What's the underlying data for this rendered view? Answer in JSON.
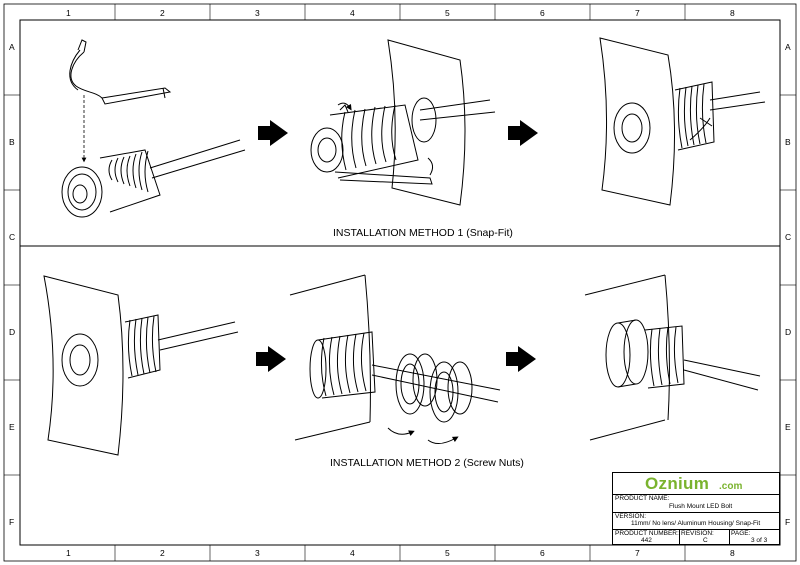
{
  "grid": {
    "columns": [
      "1",
      "2",
      "3",
      "4",
      "5",
      "6",
      "7",
      "8"
    ],
    "rows": [
      "A",
      "B",
      "C",
      "D",
      "E",
      "F"
    ]
  },
  "captions": {
    "method1": "INSTALLATION METHOD 1 (Snap-Fit)",
    "method2": "INSTALLATION METHOD 2 (Screw Nuts)"
  },
  "title_block": {
    "logo_main": "Oznium",
    "logo_suffix": ".com",
    "product_name_label": "PRODUCT NAME:",
    "product_name": "Flush Mount LED Bolt",
    "version_label": "VERSION:",
    "version": "11mm/ No lens/ Aluminum Housing/ Snap-Fit",
    "product_number_label": "PRODUCT NUMBER:",
    "product_number": "442",
    "revision_label": "REVISION:",
    "revision": "C",
    "page_label": "PAGE:",
    "page": "3 of 3"
  },
  "colors": {
    "logo": "#7ab32e",
    "ink": "#000000"
  }
}
